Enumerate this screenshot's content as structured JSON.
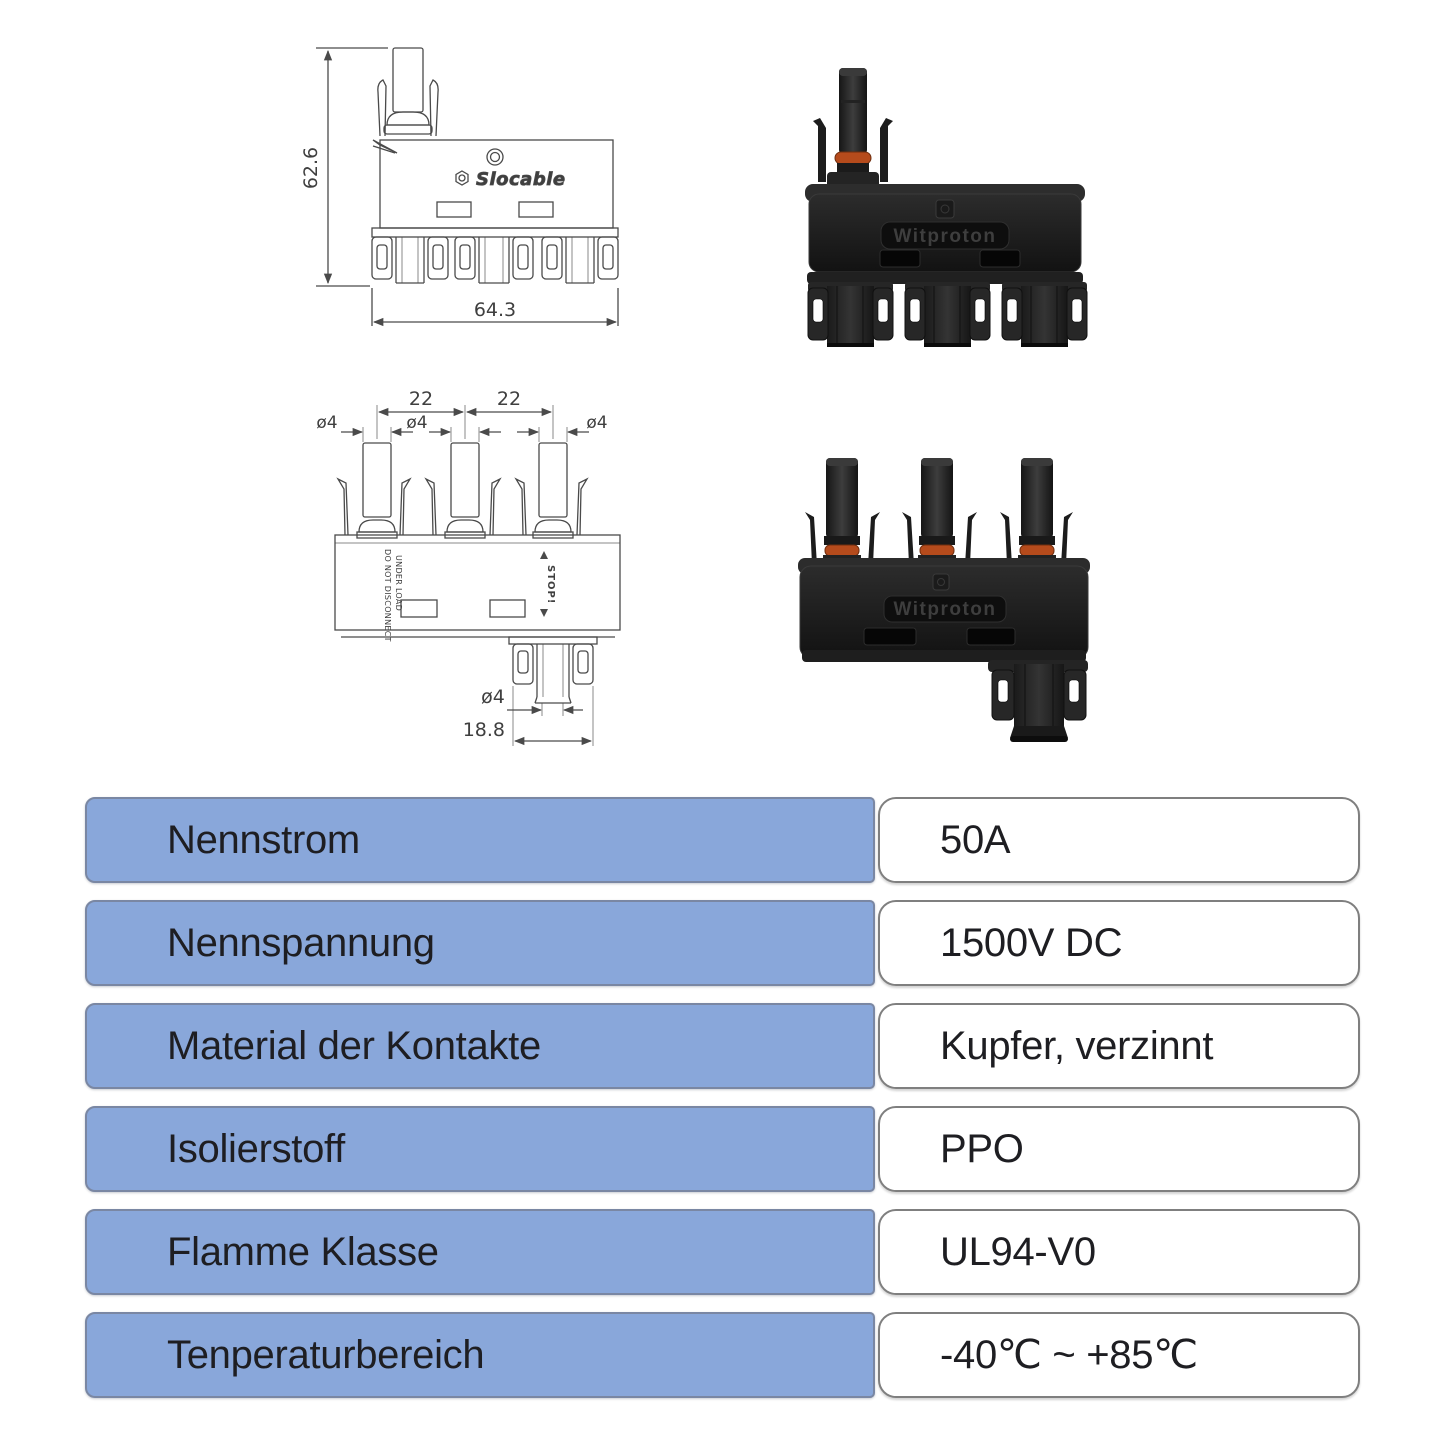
{
  "side_view_drawing": {
    "brand": "Slocable",
    "height_dim": "62.6",
    "width_dim": "64.3"
  },
  "front_view_drawing": {
    "pitch_dim_1": "22",
    "pitch_dim_2": "22",
    "pin_dia_1": "ø4",
    "pin_dia_2": "ø4",
    "pin_dia_3": "ø4",
    "warning_line1": "DO NOT DISCONNECT",
    "warning_line2": "UNDER LOAD",
    "stop_label": "STOP!",
    "socket_dia": "ø4",
    "socket_width_dim": "18.8"
  },
  "photos": {
    "tee_brand": "Witproton",
    "branch_brand": "Witproton"
  },
  "spec_table": {
    "label_bg": "#89a7da",
    "value_bg": "#ffffff",
    "border_gray": "#7f7f7f",
    "oring_orange": "#b54b1c",
    "rows": [
      {
        "label": "Nennstrom",
        "value": "50A"
      },
      {
        "label": "Nennspannung",
        "value": "1500V DC"
      },
      {
        "label": "Material der Kontakte",
        "value": "Kupfer, verzinnt"
      },
      {
        "label": "Isolierstoff",
        "value": "PPO"
      },
      {
        "label": "Flamme Klasse",
        "value": "UL94-V0"
      },
      {
        "label": "Tenperaturbereich",
        "value": "-40℃ ~ +85℃"
      }
    ]
  }
}
